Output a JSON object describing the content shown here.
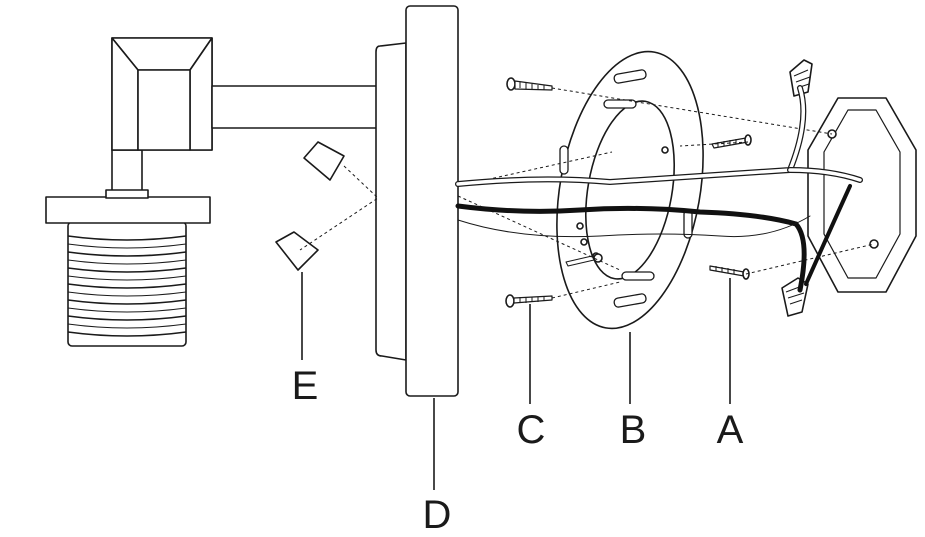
{
  "labels": {
    "a": "A",
    "b": "B",
    "c": "C",
    "d": "D",
    "e": "E"
  },
  "colors": {
    "line": "#1a1a1a",
    "fill": "#ffffff",
    "wire": "#111111"
  }
}
